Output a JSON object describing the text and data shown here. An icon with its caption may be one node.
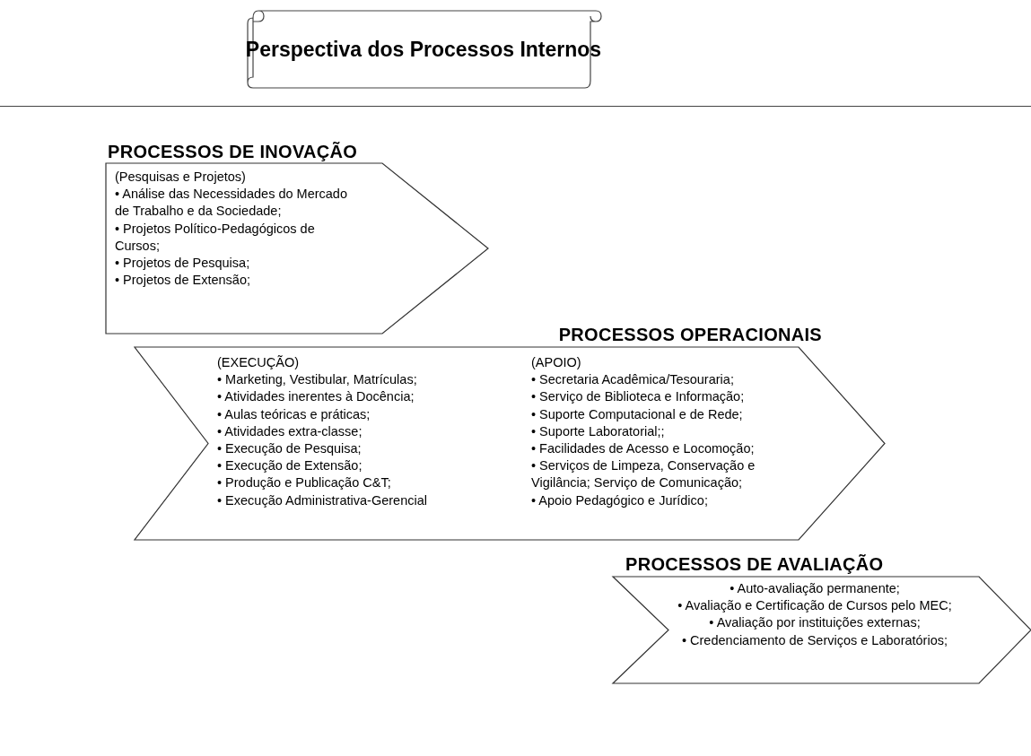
{
  "diagram": {
    "title": "Perspectiva dos Processos Internos",
    "nodes": [
      {
        "text": [
          "PROCESSOS DE INOVAÇÃO",
          "(Pesquisas e Projetos)",
          "• Análise das Necessidades do Mercado de Trabalho e da Sociedade;",
          "• Projetos Político-Pedagógicos de Cursos;",
          "• Projetos de Pesquisa;",
          "• Projetos de Extensão;"
        ]
      },
      {
        "text": [
          "PROCESSOS OPERACIONAIS",
          "(EXECUÇÃO)",
          "• Marketing, Vestibular, Matrículas;",
          "• Atividades inerentes à Docência;",
          "• Aulas teóricas e práticas;",
          "• Atividades extra-classe;",
          "• Execução de Pesquisa;",
          "• Execução de Extensão;",
          "• Produção e Publicação C&T;",
          "• Execução Administrativa-Gerencial",
          "(APOIO)",
          "• Secretaria Acadêmica/Tesouraria;",
          "• Serviço de Biblioteca e Informação;",
          "• Suporte Computacional e de Rede;",
          "• Suporte Laboratorial;;",
          "• Facilidades de Acesso e Locomoção;",
          "• Serviços de Limpeza, Conservação e Vigilância; Serviço de Comunicação;",
          "• Apoio Pedagógico e Jurídico;"
        ]
      },
      {
        "text": [
          "PROCESSOS DE AVALIAÇÃO",
          "• Auto-avaliação permanente;",
          "• Avaliação e Certificação de Cursos pelo MEC;",
          "• Avaliação por instituições externas;",
          "• Credenciamento de Serviços e Laboratórios;"
        ]
      }
    ]
  }
}
